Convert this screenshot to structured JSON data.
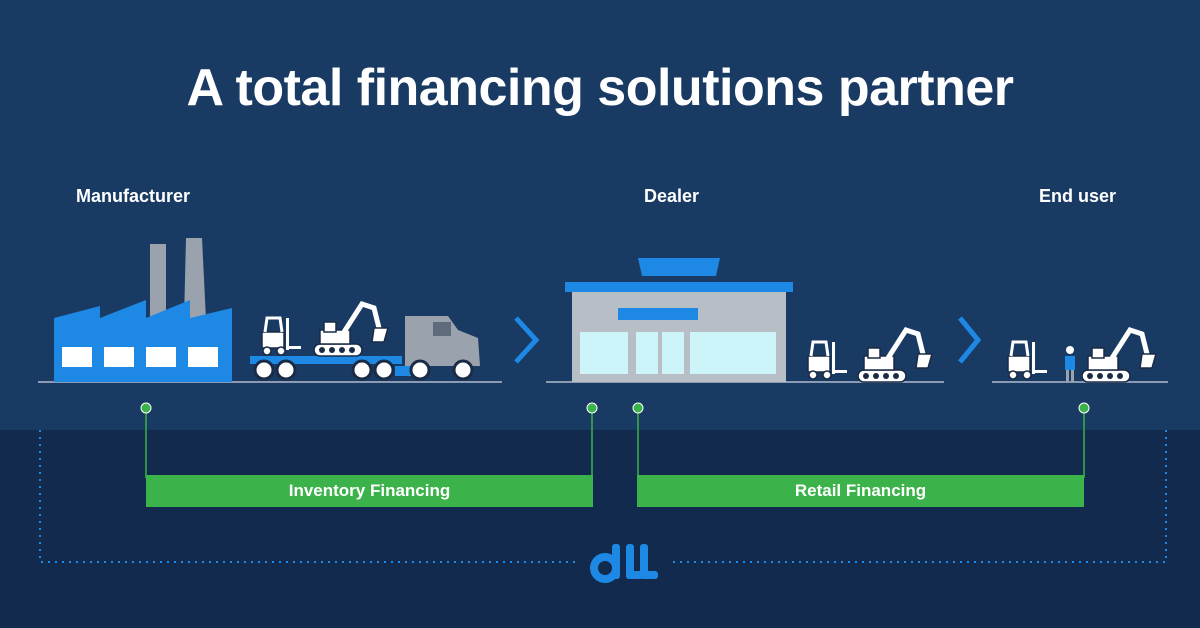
{
  "title": "A total financing solutions partner",
  "stages": {
    "manufacturer": "Manufacturer",
    "dealer": "Dealer",
    "end_user": "End user"
  },
  "financing": {
    "inventory": "Inventory Financing",
    "retail": "Retail Financing"
  },
  "logo_text": "dLL",
  "colors": {
    "background_top": "#193a63",
    "background_bottom": "#112a4d",
    "accent_blue": "#1e88e5",
    "financing_green": "#3cb34a",
    "connector_dots": "#1e88e5",
    "ground_line": "#8a9bb3"
  },
  "icons": [
    "factory-icon",
    "truck-icon",
    "forklift-icon",
    "excavator-icon",
    "dealership-icon",
    "chevron-right-icon",
    "worker-icon",
    "dll-logo"
  ]
}
